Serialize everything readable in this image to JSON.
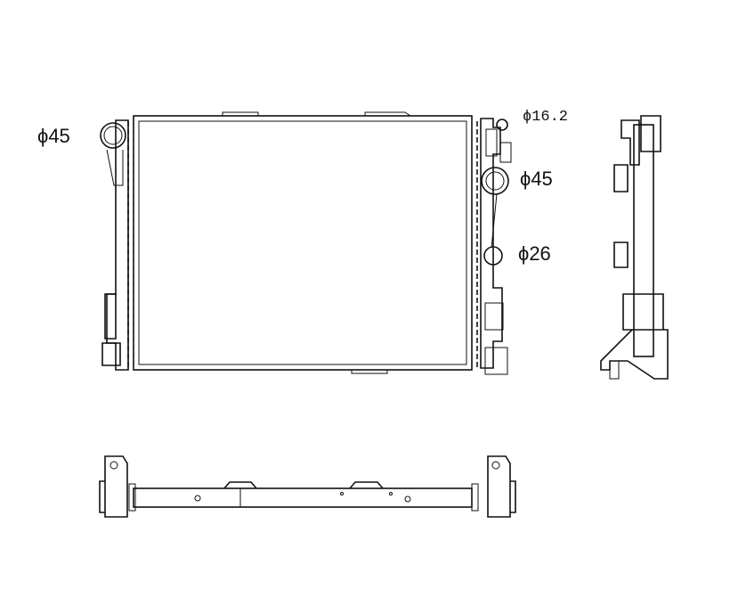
{
  "dimensions": {
    "inlet_left": "ϕ45",
    "small_port": "ϕ16.2",
    "outlet_right": "ϕ45",
    "lower_port": "ϕ26"
  }
}
